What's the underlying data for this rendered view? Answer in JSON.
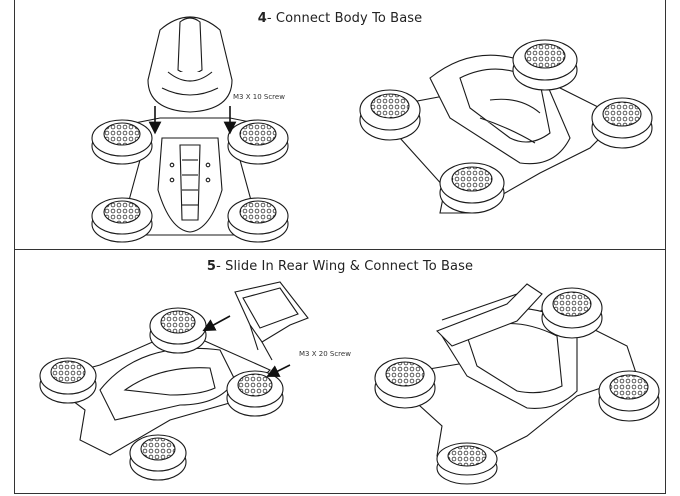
{
  "steps": [
    {
      "number": "4",
      "title": "- Connect Body To Base",
      "callout": "M3 X 10 Screw"
    },
    {
      "number": "5",
      "title": "- Slide In Rear Wing & Connect To Base",
      "callout": "M3 X 20 Screw"
    }
  ],
  "colors": {
    "line": "#1a1a1a",
    "fill": "#ffffff",
    "hatch": "#555555"
  }
}
